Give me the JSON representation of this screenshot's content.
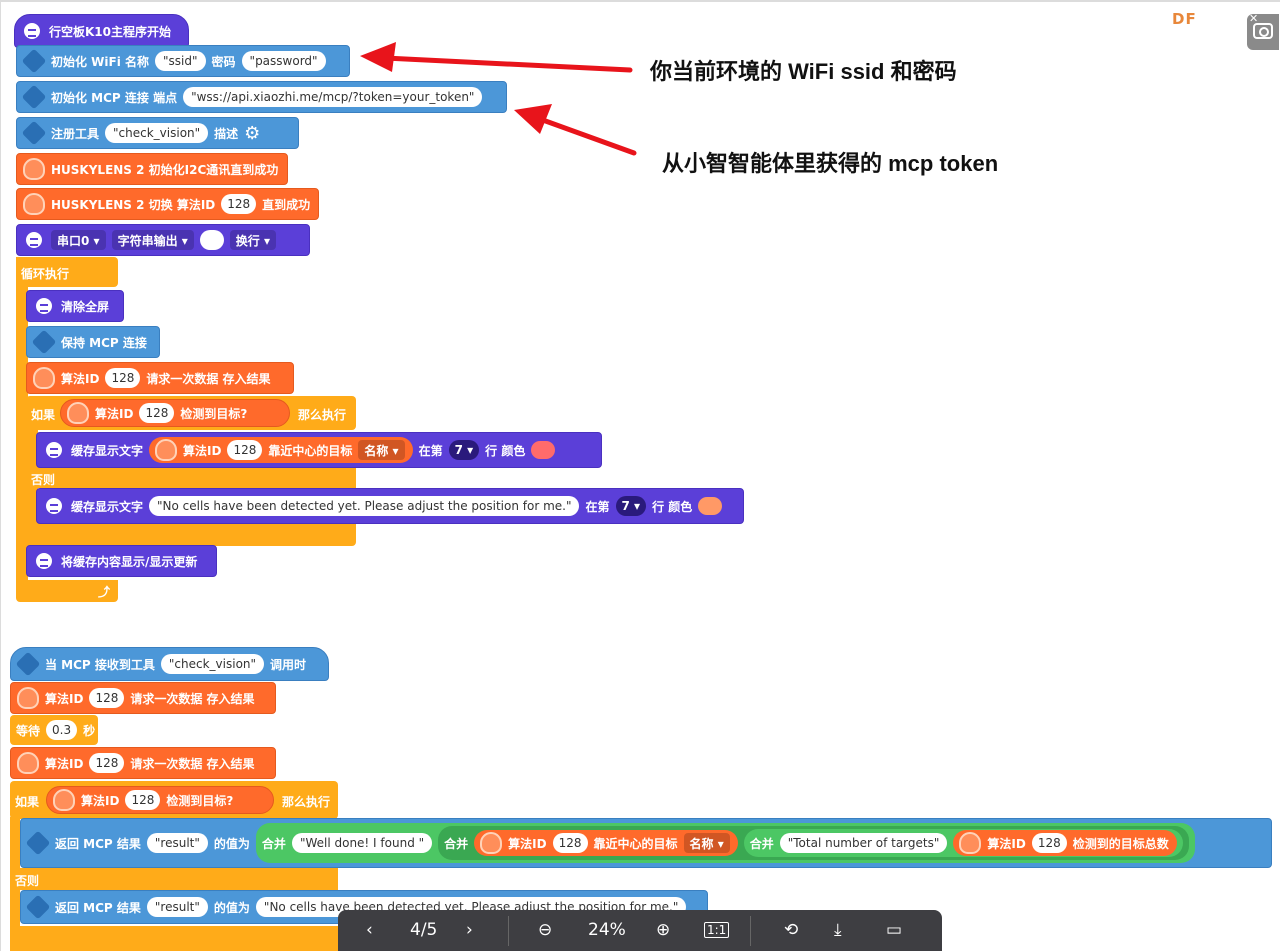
{
  "brand": {
    "logo": "DF"
  },
  "annotations": {
    "wifi_note": "你当前环境的 WiFi ssid 和密码",
    "token_note": "从小智智能体里获得的 mcp token"
  },
  "colors": {
    "blue": "#4c97d8",
    "orange": "#ff6a2b",
    "purple": "#5b3fd8",
    "yellow": "#ffab19",
    "green": "#35b653",
    "red_arrow": "#e8141b"
  },
  "program1": {
    "start": "行空板K10主程序开始",
    "wifi": {
      "label": "初始化 WiFi 名称",
      "ssid": "\"ssid\"",
      "pw_label": "密码",
      "password": "\"password\""
    },
    "mcp_init": {
      "label": "初始化 MCP 连接 端点",
      "endpoint": "\"wss://api.xiaozhi.me/mcp/?token=your_token\""
    },
    "reg_tool": {
      "label": "注册工具",
      "name": "\"check_vision\"",
      "desc_label": "描述"
    },
    "husky_init": "HUSKYLENS 2 初始化I2C通讯直到成功",
    "husky_switch": {
      "label": "HUSKYLENS 2 切换 算法ID",
      "id": "128",
      "suffix": "直到成功"
    },
    "serial": {
      "port": "串口0 ▾",
      "mode": "字符串输出 ▾",
      "newline": "换行 ▾"
    },
    "loop": "循环执行",
    "clear": "清除全屏",
    "keep_mcp": "保持 MCP 连接",
    "request": {
      "label": "算法ID",
      "id": "128",
      "suffix": "请求一次数据 存入结果"
    },
    "if": {
      "label": "如果",
      "cond_label": "算法ID",
      "id": "128",
      "cond_suffix": "检测到目标?",
      "then": "那么执行"
    },
    "cache1": {
      "label": "缓存显示文字",
      "algo": "算法ID",
      "id": "128",
      "target": "靠近中心的目标",
      "field": "名称 ▾",
      "row_label": "在第",
      "row": "7 ▾",
      "row_suffix": "行 颜色",
      "color": "#ff6b6b"
    },
    "else": "否则",
    "cache2": {
      "label": "缓存显示文字",
      "text": "\"No cells have been detected yet. Please adjust the position for me.\"",
      "row_label": "在第",
      "row": "7 ▾",
      "row_suffix": "行 颜色",
      "color": "#ff9966"
    },
    "update": "将缓存内容显示/显示更新"
  },
  "program2": {
    "on_tool": {
      "label": "当 MCP 接收到工具",
      "name": "\"check_vision\"",
      "suffix": "调用时"
    },
    "request1": {
      "label": "算法ID",
      "id": "128",
      "suffix": "请求一次数据 存入结果"
    },
    "wait": {
      "label": "等待",
      "value": "0.3",
      "unit": "秒"
    },
    "request2": {
      "label": "算法ID",
      "id": "128",
      "suffix": "请求一次数据 存入结果"
    },
    "if": {
      "label": "如果",
      "cond_label": "算法ID",
      "id": "128",
      "cond_suffix": "检测到目标?",
      "then": "那么执行"
    },
    "return1": {
      "label": "返回 MCP 结果",
      "key": "\"result\"",
      "val_label": "的值为",
      "join1": "合并",
      "text1": "\"Well done! I found \"",
      "join2": "合并",
      "algo": "算法ID",
      "id": "128",
      "target": "靠近中心的目标",
      "field": "名称 ▾",
      "join3": "合并",
      "text2": "\"Total number of targets\"",
      "algo2": "算法ID",
      "id2": "128",
      "total": "检测到的目标总数"
    },
    "else": "否则",
    "return2": {
      "label": "返回 MCP 结果",
      "key": "\"result\"",
      "val_label": "的值为",
      "text": "\"No cells have been detected yet. Please adjust the position for me.\""
    }
  },
  "viewer": {
    "page": "4/5",
    "zoom": "24%"
  }
}
